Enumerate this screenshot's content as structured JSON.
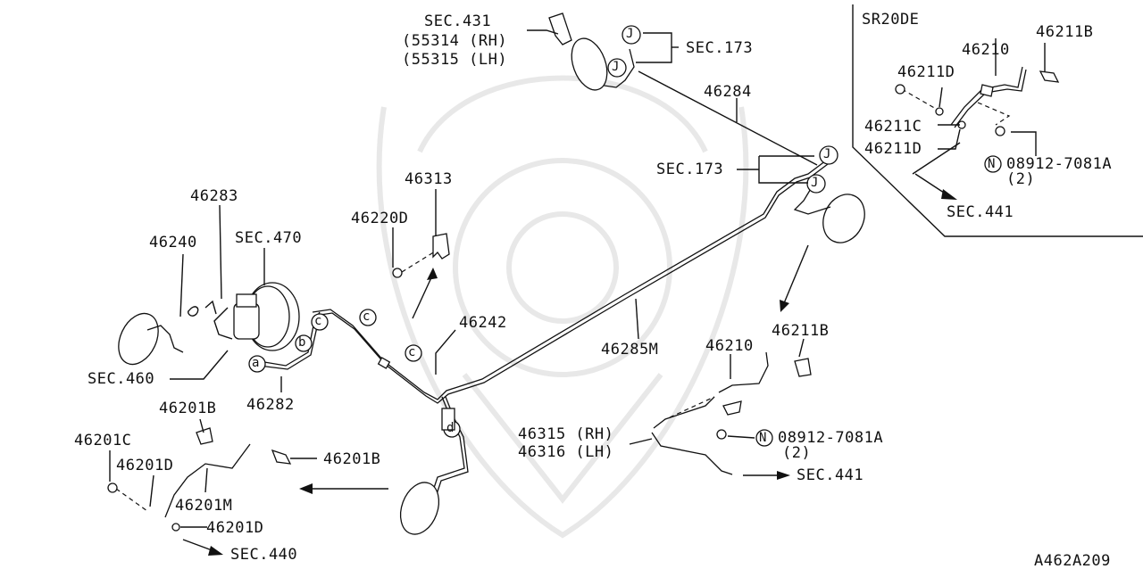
{
  "labels": {
    "sec431": "SEC.431",
    "p55314": "(55314 (RH)",
    "p55315": "(55315 (LH)",
    "sec173_top": "SEC.173",
    "p46284": "46284",
    "sec173_mid": "SEC.173",
    "p46313": "46313",
    "p46220d": "46220D",
    "p46283": "46283",
    "sec470": "SEC.470",
    "p46240": "46240",
    "sec460": "SEC.460",
    "p46282": "46282",
    "p46242": "46242",
    "p46285m": "46285M",
    "p46210_main": "46210",
    "p46211b_main": "46211B",
    "p46315": "46315 (RH)",
    "p46316": "46316 (LH)",
    "p08912_main": "08912-7081A",
    "qty_main": "(2)",
    "sec441_main": "SEC.441",
    "p46201b_top": "46201B",
    "p46201c": "46201C",
    "p46201d_top": "46201D",
    "p46201m": "46201M",
    "p46201b_right": "46201B",
    "p46201d_bottom": "46201D",
    "sec440": "SEC.440",
    "figure_code": "A462A209"
  },
  "callouts": {
    "c1": "c",
    "c2": "c",
    "c3": "c",
    "b": "b",
    "a": "a",
    "d": "d",
    "j1": "J",
    "j2": "J",
    "j3": "J",
    "j4": "J",
    "n_main": "N",
    "n_inset": "N"
  },
  "inset": {
    "title": "SR20DE",
    "p46211b": "46211B",
    "p46210": "46210",
    "p46211d_top": "46211D",
    "p46211c": "46211C",
    "p46211d_bottom": "46211D",
    "p08912": "08912-7081A",
    "qty": "(2)",
    "sec441": "SEC.441"
  }
}
